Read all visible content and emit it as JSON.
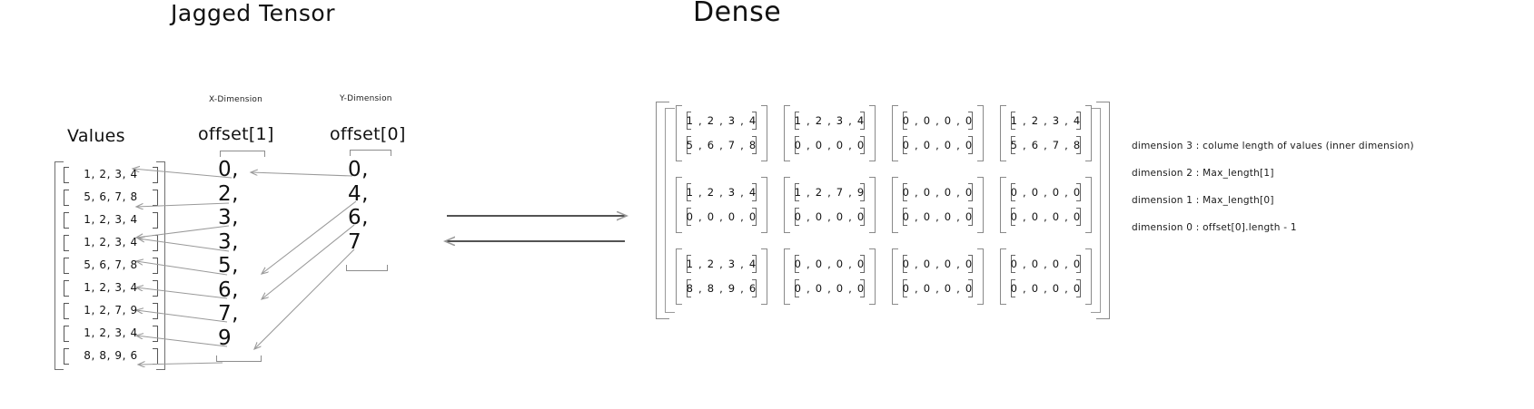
{
  "titles": {
    "jagged": "Jagged Tensor",
    "dense": "Dense"
  },
  "jagged": {
    "values_heading": "Values",
    "x_dimension_caption": "X-Dimension",
    "offset1_heading": "offset[1]",
    "y_dimension_caption": "Y-Dimension",
    "offset0_heading": "offset[0]",
    "values": [
      "1, 2, 3, 4",
      "5, 6, 7, 8",
      "1, 2, 3, 4",
      "1, 2, 3, 4",
      "5, 6, 7, 8",
      "1, 2, 3, 4",
      "1, 2, 7, 9",
      "1, 2, 3, 4",
      "8, 8, 9, 6"
    ],
    "offset1": [
      "0,",
      "2,",
      "3,",
      "3,",
      "5,",
      "6,",
      "7,",
      "9"
    ],
    "offset0": [
      "0,",
      "4,",
      "6,",
      "7"
    ]
  },
  "dense": {
    "rows": [
      [
        [
          "1 , 2 , 3 , 4",
          "5 , 6 , 7 , 8"
        ],
        [
          "1 , 2 , 3 , 4",
          "0 , 0 , 0 , 0"
        ],
        [
          "0 , 0 , 0 , 0",
          "0 , 0 , 0 , 0"
        ],
        [
          "1 , 2 , 3 , 4",
          "5 , 6 , 7 , 8"
        ]
      ],
      [
        [
          "1 , 2 , 3 , 4",
          "0 , 0 , 0 , 0"
        ],
        [
          "1 , 2 , 7 , 9",
          "0 , 0 , 0 , 0"
        ],
        [
          "0 , 0 , 0 , 0",
          "0 , 0 , 0 , 0"
        ],
        [
          "0 , 0 , 0 , 0",
          "0 , 0 , 0 , 0"
        ]
      ],
      [
        [
          "1 , 2 , 3 , 4",
          "8 , 8 , 9 , 6"
        ],
        [
          "0 , 0 , 0 , 0",
          "0 , 0 , 0 , 0"
        ],
        [
          "0 , 0 , 0 , 0",
          "0 , 0 , 0 , 0"
        ],
        [
          "0 , 0 , 0 , 0",
          "0 , 0 , 0 , 0"
        ]
      ]
    ]
  },
  "annotations": [
    "dimension 3 : colume length of values (inner dimension)",
    "dimension 2 : Max_length[1]",
    "dimension 1  : Max_length[0]",
    "dimension 0 : offset[0].length - 1"
  ],
  "colors": {
    "ink": "#111111",
    "line": "#8a8a8a",
    "arrow": "#9a9a9a",
    "background": "#ffffff"
  }
}
